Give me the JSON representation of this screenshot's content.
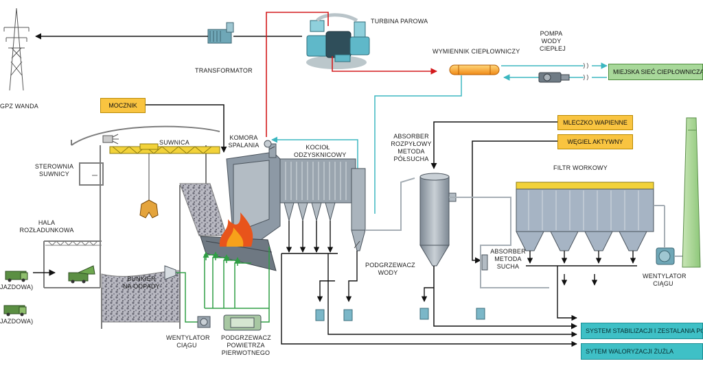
{
  "labels": {
    "transformator": "TRANSFORMATOR",
    "gpz": "GPZ WANDA",
    "turbina": "TURBINA PAROWA",
    "wymiennik": "WYMIENNIK CIEPŁOWNICZY",
    "pompa": [
      "POMPA",
      "WODY",
      "CIEPŁEJ"
    ],
    "suwnica": "SUWNICA",
    "sterownia": [
      "STEROWNIA",
      "SUWNICY"
    ],
    "hala": [
      "HALA",
      "ROZŁADUNKOWA"
    ],
    "komora": [
      "KOMORA",
      "SPALANIA"
    ],
    "kociol": [
      "KOCIOŁ",
      "ODZYSKNICOWY"
    ],
    "absorber_rozpylowy": [
      "ABSORBER",
      "ROZPYŁOWY",
      "METODA",
      "PÓŁSUCHA"
    ],
    "filtr": "FILTR WORKOWY",
    "bunkier": [
      "BUNKIER",
      "NA ODPADY"
    ],
    "podgrzewacz_wody": [
      "PODGRZEWACZ",
      "WODY"
    ],
    "absorber_suchy": [
      "ABSORBER",
      "METODA",
      "SUCHA"
    ],
    "wentylator_ciagu_right": [
      "WENTYLATOR",
      "CIĄGU"
    ],
    "wentylator_ciagu_bottom": [
      "WENTYLATOR",
      "CIĄGU"
    ],
    "podgrzewacz_powietrza": [
      "PODGRZEWACZ",
      "POWIETRZA",
      "PIERWOTNEGO"
    ],
    "truck1": "JAZDOWA)",
    "truck2": "JAZDOWA)"
  },
  "boxes": {
    "mocznik": "MOCZNIK",
    "mleczko": "MLECZKO WAPIENNE",
    "wegiel": "WĘGIEL AKTYWNY",
    "miejska": "MIEJSKA SIEĆ CIEPŁOWNICZA",
    "stabilizacji": "SYSTEM STABILIZACJI I ZESTALANIA POPIOŁÓW",
    "waloryzacji": "SYTEM WALORYZACJI ŻUŻLA"
  },
  "colors": {
    "steam": "#d3191c",
    "water": "#3bb7c0",
    "air": "#2f9e44",
    "flow": "#111111",
    "box_yellow": "#f9c440",
    "box_green": "#a8d89a",
    "box_teal": "#3fc0c6",
    "equipment": "#8d99a5",
    "turbine": "#5fb8c9"
  },
  "icons": [
    "power-pylon-icon",
    "transformer-icon",
    "turbine-icon",
    "heat-exchanger-icon",
    "pump-icon",
    "crane-icon",
    "grab-icon",
    "truck-icon",
    "flame-icon",
    "fan-icon",
    "chimney-icon"
  ]
}
